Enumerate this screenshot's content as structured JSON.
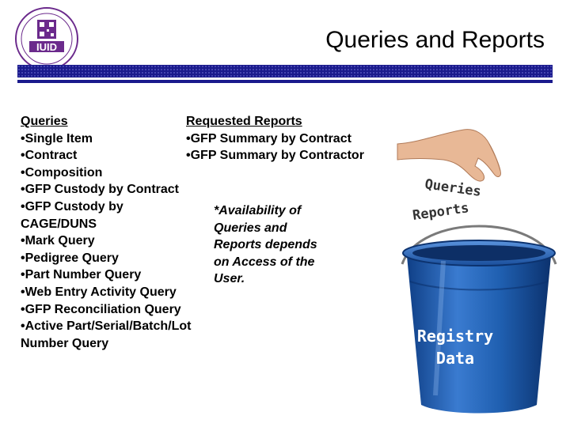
{
  "header": {
    "title": "Queries and Reports",
    "logo_text": "IUID"
  },
  "queries": {
    "heading": "Queries",
    "items": [
      "•Single Item",
      "•Contract",
      "•Composition",
      "•GFP Custody by Contract",
      "•GFP Custody by",
      "CAGE/DUNS",
      "•Mark Query",
      "•Pedigree Query",
      "•Part Number Query",
      "•Web Entry Activity Query",
      "•GFP Reconciliation Query",
      "•Active Part/Serial/Batch/Lot",
      "Number Query"
    ]
  },
  "reports": {
    "heading": "Requested Reports",
    "items": [
      "•GFP Summary by Contract",
      "•GFP Summary by Contractor"
    ]
  },
  "note": {
    "lines": [
      "*Availability of",
      "Queries and",
      "Reports depends",
      "on Access of the",
      "User."
    ]
  },
  "illustration": {
    "card_top": "Queries",
    "card_bottom": "Reports",
    "bucket_line1": "Registry",
    "bucket_line2": "Data"
  },
  "colors": {
    "rule": "#1a1a8c",
    "bucket": "#1f5fb0",
    "logo_ring": "#6b2a8c"
  }
}
